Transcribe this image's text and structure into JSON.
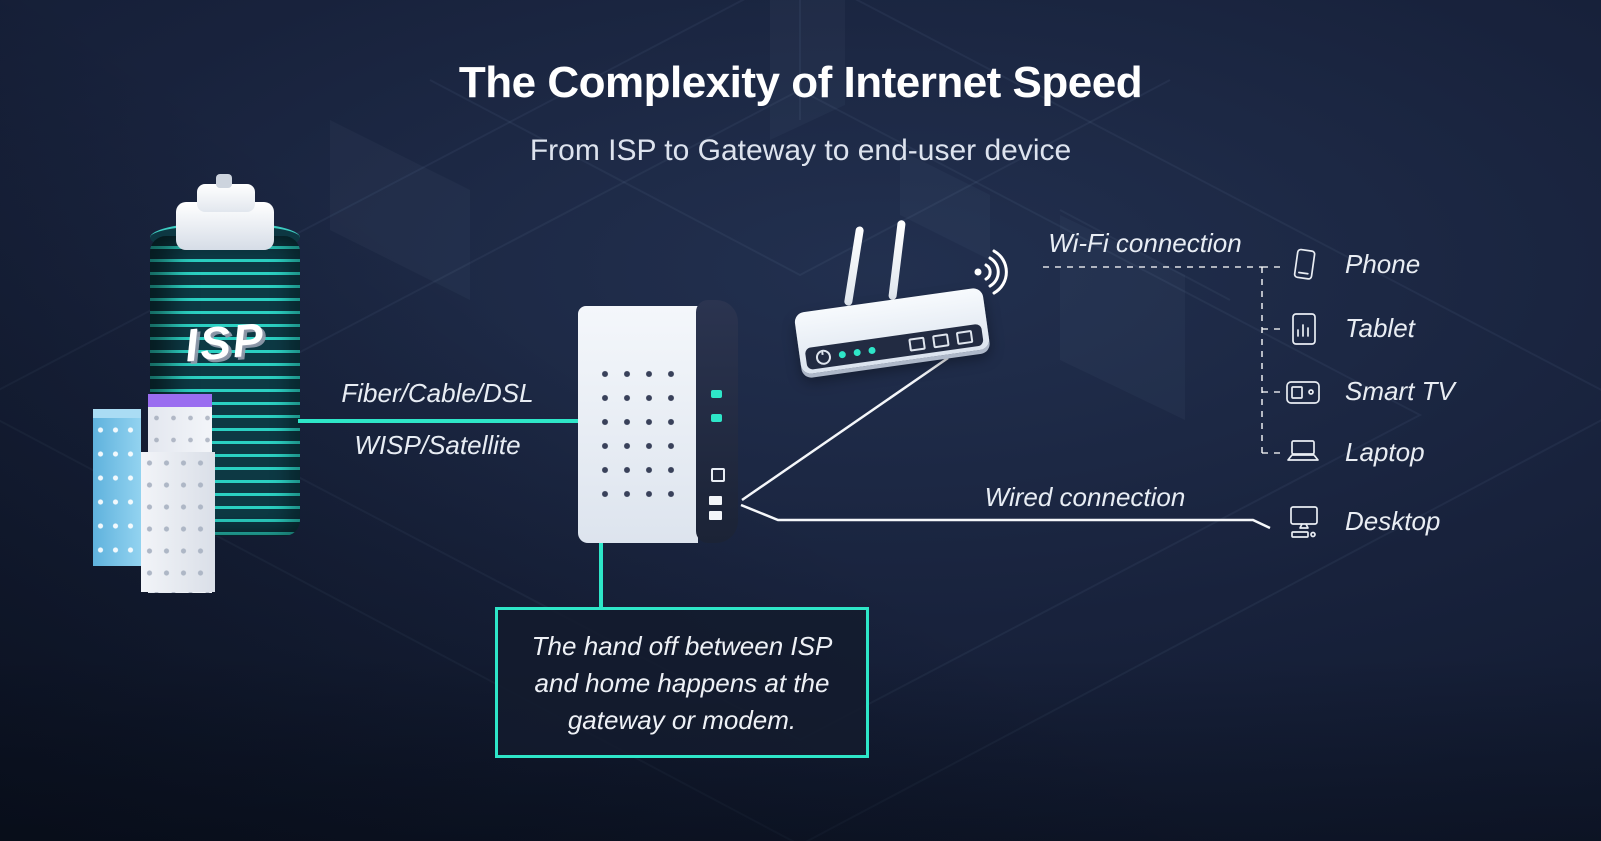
{
  "title": "The Complexity of Internet Speed",
  "subtitle": "From ISP to Gateway to end-user device",
  "isp": {
    "label": "ISP"
  },
  "links": {
    "isp_to_gateway_top": "Fiber/Cable/DSL",
    "isp_to_gateway_bottom": "WISP/Satellite",
    "wifi": "Wi-Fi connection",
    "wired": "Wired connection"
  },
  "devices": [
    {
      "label": "Phone",
      "icon": "phone-icon"
    },
    {
      "label": "Tablet",
      "icon": "tablet-icon"
    },
    {
      "label": "Smart TV",
      "icon": "smart-tv-icon"
    },
    {
      "label": "Laptop",
      "icon": "laptop-icon"
    },
    {
      "label": "Desktop",
      "icon": "desktop-icon"
    }
  ],
  "callout": {
    "lines": [
      "The hand off between ISP",
      "and home happens at the",
      "gateway or modem."
    ]
  },
  "colors": {
    "accent": "#2ee6c8",
    "background": "#131c31",
    "text": "#ffffff"
  }
}
